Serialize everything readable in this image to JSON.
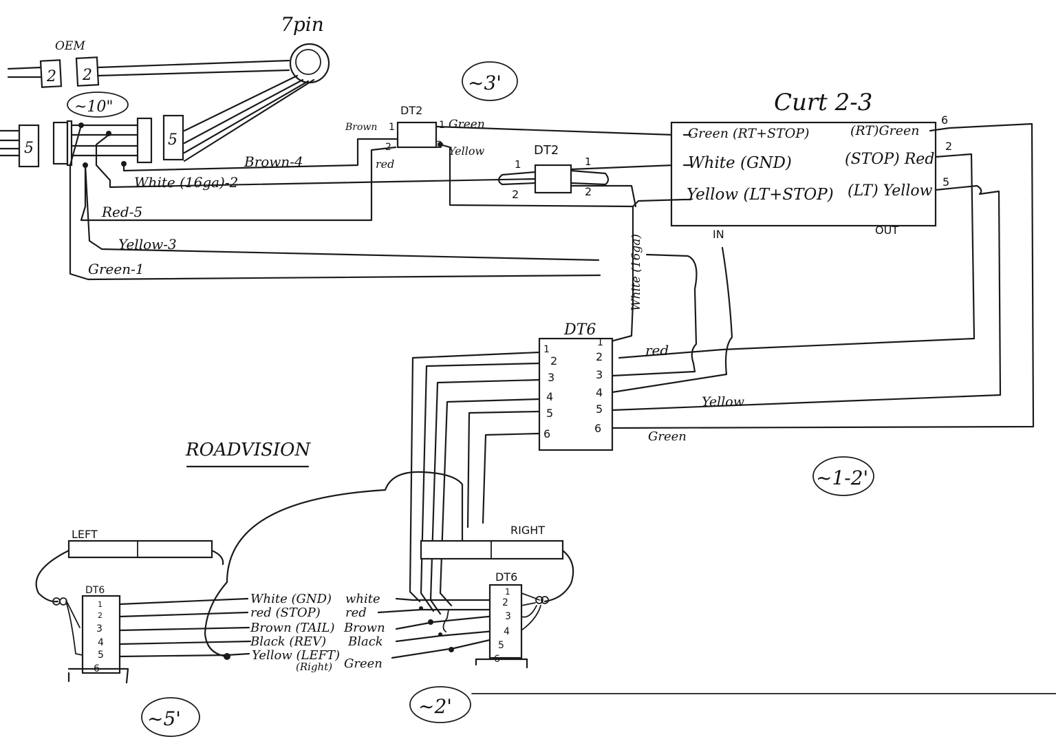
{
  "title": "ROADVISION",
  "oem": {
    "label": "OEM",
    "left_num": "2",
    "right_num": "2"
  },
  "seven_pin": {
    "label": "7pin"
  },
  "connectors": {
    "left_five": "5",
    "right_five": "5"
  },
  "notes": {
    "n10": "~10\"",
    "n3": "~3'",
    "n12": "~1-2'",
    "n5": "~5'",
    "n2": "~2'"
  },
  "harness_wires": {
    "brown": "Brown-4",
    "white": "White (16ga)-2",
    "red": "Red-5",
    "yellow": "Yellow-3",
    "green": "Green-1"
  },
  "dt2_top": {
    "title": "DT2",
    "left_label": "Brown",
    "pin1_left": "1",
    "pin1_right": "1",
    "pin2_left": "2",
    "pin2_right": "2",
    "right_label": "Green",
    "red_label": "red",
    "yellow_label": "Yellow"
  },
  "dt2_mid": {
    "title": "DT2",
    "pin1_left": "1",
    "pin1_right": "1",
    "pin2_left": "2",
    "pin2_right": "2"
  },
  "curt": {
    "title": "Curt 2-3",
    "in_rows": [
      "Green (RT+STOP)",
      "White (GND)",
      "Yellow (LT+STOP)"
    ],
    "out_rows": [
      "(RT)Green",
      "(STOP) Red",
      "(LT) Yellow"
    ],
    "out_pins": [
      "6",
      "2",
      "5"
    ],
    "in_label": "IN",
    "out_label": "OUT"
  },
  "white_16ga": "White (16ga)",
  "dt6_center": {
    "title": "DT6",
    "left_pins": [
      "1",
      "2",
      "3",
      "4",
      "5",
      "6"
    ],
    "right_pins": [
      "1",
      "2",
      "3",
      "4",
      "5",
      "6"
    ],
    "red": "red",
    "yellow": "Yellow",
    "green": "Green"
  },
  "left_light": {
    "label": "LEFT",
    "dt6": "DT6",
    "pins": [
      "1",
      "2",
      "3",
      "4",
      "5",
      "6"
    ]
  },
  "right_light": {
    "label": "RIGHT",
    "dt6": "DT6",
    "pins": [
      "1",
      "2",
      "3",
      "4",
      "5",
      "6"
    ]
  },
  "legend": {
    "left_col": [
      "White (GND)",
      "red (STOP)",
      "Brown (TAIL)",
      "Black (REV)",
      "Yellow (LEFT)",
      "(Right)"
    ],
    "right_col": [
      "white",
      "red",
      "Brown",
      "Black",
      "",
      "Green"
    ]
  }
}
